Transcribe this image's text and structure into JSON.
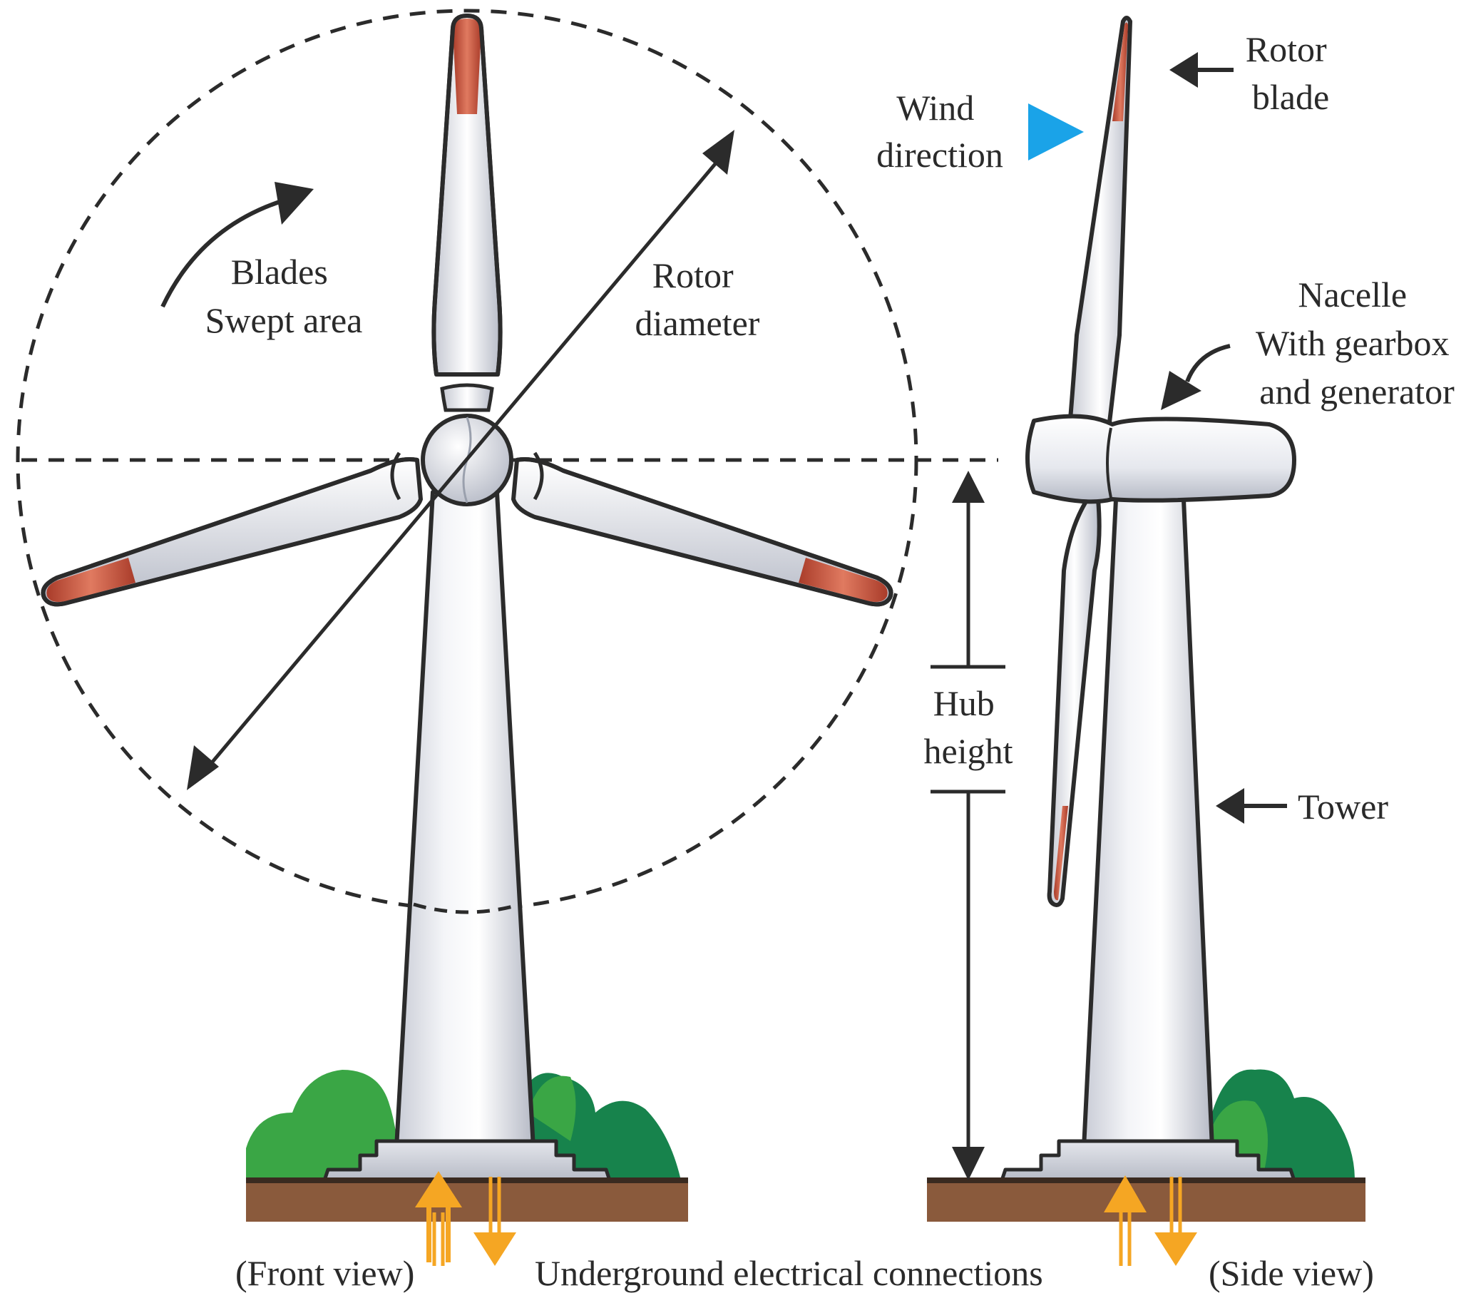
{
  "labels": {
    "blades_swept_area": [
      "Blades",
      "Swept area"
    ],
    "rotor_diameter": [
      "Rotor",
      "diameter"
    ],
    "wind_direction": [
      "Wind",
      "direction"
    ],
    "rotor_blade": [
      "Rotor",
      "blade"
    ],
    "nacelle": [
      "Nacelle",
      "With gearbox",
      "and generator"
    ],
    "hub_height": [
      "Hub",
      "height"
    ],
    "tower": "Tower",
    "front_view": "(Front view)",
    "side_view": "(Side view)",
    "underground": "Underground electrical connections"
  },
  "colors": {
    "wind_arrow": "#1aa3e8",
    "blade_tip": "#c9573f",
    "ground": "#8a5a3c",
    "tree": "#1f8a4a",
    "cable_arrow": "#f5a623",
    "outline": "#2b2b2b"
  }
}
